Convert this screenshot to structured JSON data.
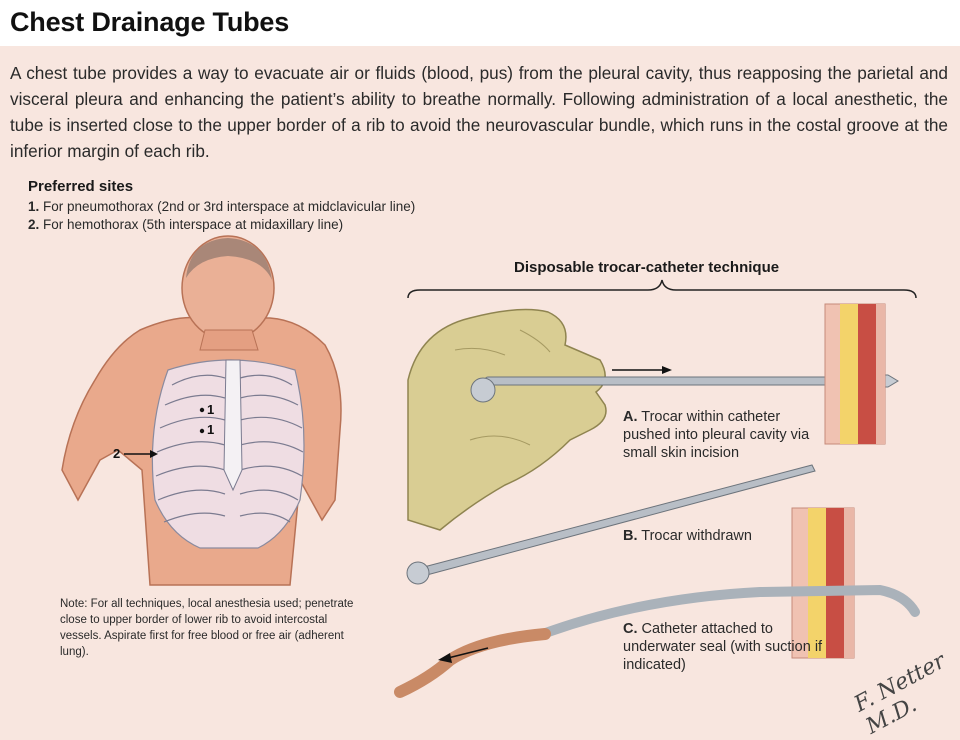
{
  "title": "Chest Drainage Tubes",
  "intro": "A chest tube provides a way to evacuate air or fluids (blood, pus) from the pleural cavity, thus reapposing the parietal and visceral pleura and enhancing the patient’s ability to breathe normally. Following administration of a local anesthetic, the tube is inserted close to the upper border of a rib to avoid the neurovascular bundle, which runs in the costal groove at the inferior margin of each rib.",
  "preferred_sites": {
    "heading": "Preferred sites",
    "items": [
      {
        "num": "1.",
        "text": "For pneumothorax (2nd or 3rd interspace at midclavicular line)"
      },
      {
        "num": "2.",
        "text": "For hemothorax (5th interspace at midaxillary line)"
      }
    ]
  },
  "figure_markers": {
    "site1": "1",
    "site2": "2"
  },
  "note": "Note: For all techniques, local anesthesia used; penetrate close to upper border of lower rib to avoid intercostal vessels. Aspirate first for free blood or free air (adherent lung).",
  "technique": {
    "title": "Disposable trocar-catheter technique",
    "steps": [
      {
        "letter": "A.",
        "text": "Trocar within catheter pushed into pleural cavity via small skin incision"
      },
      {
        "letter": "B.",
        "text": "Trocar withdrawn"
      },
      {
        "letter": "C.",
        "text": "Catheter attached to underwater seal (with suction if indicated)"
      }
    ]
  },
  "signature": "F. Netter M.D.",
  "colors": {
    "background": "#f8e6df",
    "skin": "#e9a98c",
    "rib": "#ecebf1",
    "metal": "#b8bec6",
    "hand": "#d9cd93",
    "tube": "#c98a66"
  }
}
